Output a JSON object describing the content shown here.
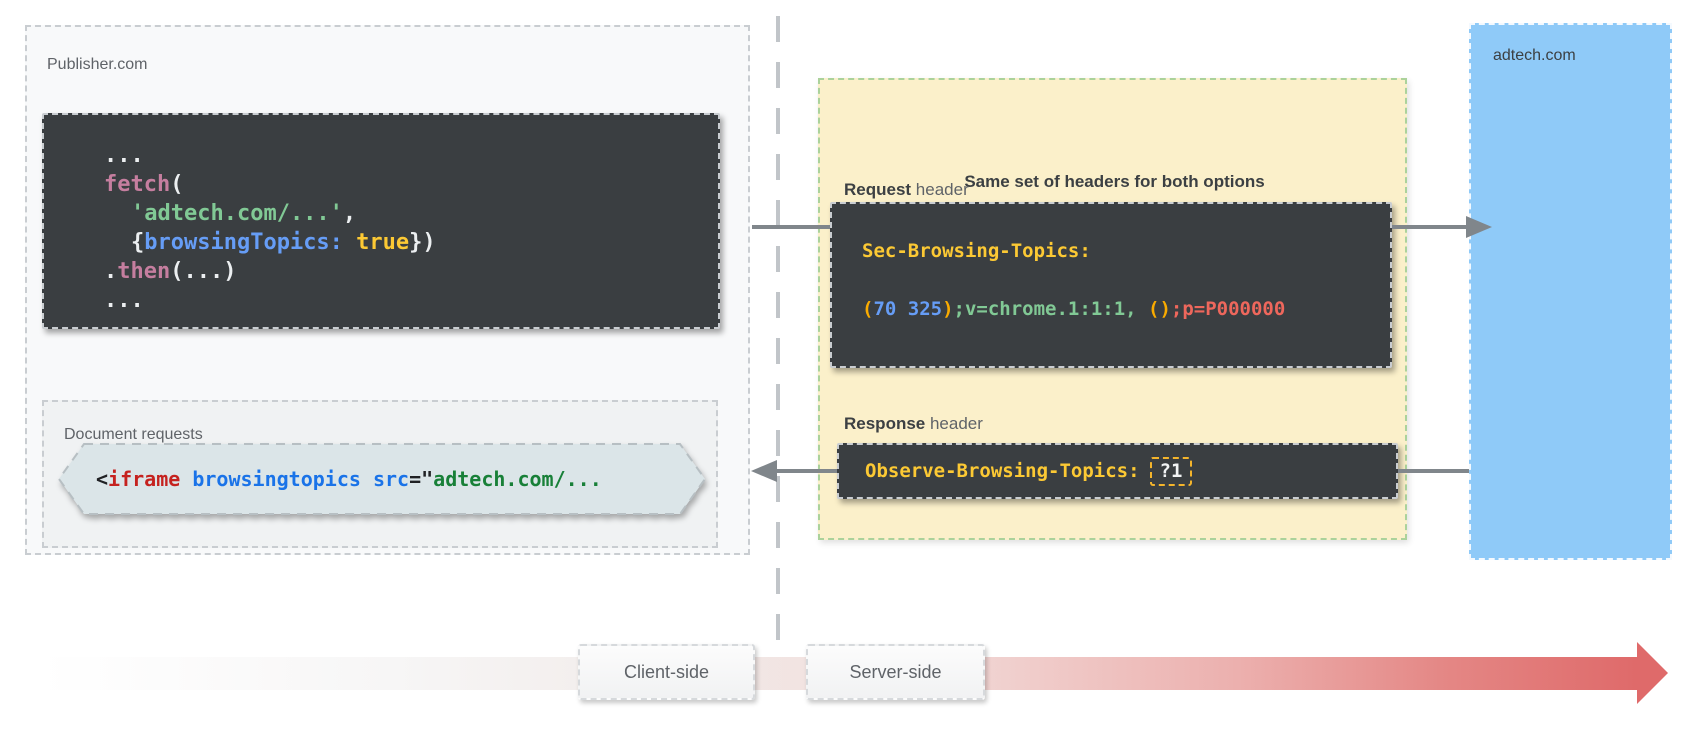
{
  "publisher": {
    "label": "Publisher.com",
    "fetch_code": {
      "l1": "...",
      "l2_fn": "fetch",
      "l2_paren": "(",
      "l3_str": "'adtech.com/...'",
      "l3_comma": ",",
      "l4_open": "{",
      "l4_key": "browsingTopics: ",
      "l4_val": "true",
      "l4_close": "})",
      "l5_dot": ".",
      "l5_fn": "then",
      "l5_rest": "(...)",
      "l6": "..."
    },
    "document_requests": {
      "label": "Document requests",
      "iframe_code": {
        "lt": "<",
        "tag": "iframe",
        "attrs": " browsingtopics src",
        "eq": "=\"",
        "url": "adtech.com/..."
      }
    }
  },
  "headers_panel": {
    "title": "Same set of headers for both options",
    "request": {
      "label_bold": "Request",
      "label_rest": " header",
      "header_name": "Sec-Browsing-Topics:",
      "value": {
        "p1": "(",
        "nums": "70 325",
        "p2": ")",
        "version": ";v=chrome.1:1:1,",
        "empty_list": " ()",
        "pvalue": ";p=P000000"
      }
    },
    "response": {
      "label_bold": "Response",
      "label_rest": " header",
      "header_name": "Observe-Browsing-Topics:",
      "value": "?1"
    }
  },
  "adtech": {
    "label": "adtech.com"
  },
  "timeline": {
    "client_label": "Client-side",
    "server_label": "Server-side"
  },
  "colors": {
    "code_bg": "#3a3e41",
    "code_fg": "#eceff1",
    "token_pink": "#c57e9f",
    "token_green": "#81c995",
    "token_blue": "#669df6",
    "token_gold": "#fcc934",
    "token_orange": "#f9ab00",
    "token_salmon": "#ee675c",
    "iframe_red": "#c5221f",
    "iframe_blue": "#1a73e8",
    "iframe_green": "#188038",
    "panel_yellow": "#fbf0ca",
    "panel_yellow_border": "#abd29b",
    "adtech_blue": "#8fcaf8",
    "arrow_gray": "#80868b",
    "timeline_red": "#df6a6a"
  }
}
